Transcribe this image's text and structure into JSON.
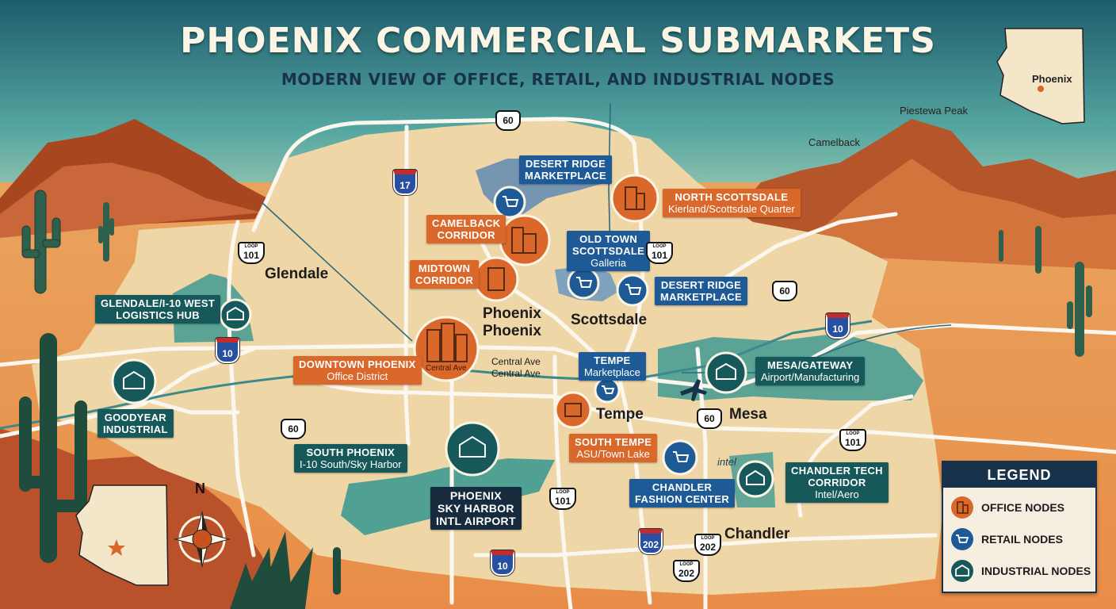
{
  "title": "PHOENIX COMMERCIAL SUBMARKETS",
  "subtitle": "MODERN VIEW OF OFFICE, RETAIL, AND INDUSTRIAL NODES",
  "peaks": {
    "piestewa": "Piestewa Peak",
    "camelback": "Camelback"
  },
  "inset_map": {
    "label": "Phoenix"
  },
  "compass": {
    "north": "N"
  },
  "cities": {
    "glendale": "Glendale",
    "phoenix_1": "Phoenix",
    "phoenix_2": "Phoenix",
    "scottsdale": "Scottsdale",
    "tempe": "Tempe",
    "mesa": "Mesa",
    "chandler": "Chandler"
  },
  "streets": {
    "central_1": "Central Ave",
    "central_2": "Central Ave",
    "central_3": "Central Ave"
  },
  "nodes": {
    "desert_ridge_top": {
      "l1": "DESERT RIDGE",
      "l2": "MARKETPLACE",
      "type": "retail"
    },
    "north_scottsdale": {
      "l1": "NORTH SCOTTSDALE",
      "l2": "Kierland/Scottsdale Quarter",
      "type": "office"
    },
    "camelback_corridor": {
      "l1": "CAMELBACK",
      "l2": "CORRIDOR",
      "type": "office"
    },
    "old_town": {
      "l1": "OLD TOWN",
      "l2": "SCOTTSDALE",
      "l3": "Galleria",
      "type": "retail"
    },
    "midtown": {
      "l1": "MIDTOWN",
      "l2": "CORRIDOR",
      "type": "office"
    },
    "desert_ridge_mid": {
      "l1": "DESERT RIDGE",
      "l2": "MARKETPLACE",
      "type": "retail"
    },
    "glendale_i10": {
      "l1": "GLENDALE/I-10 WEST",
      "l2": "LOGISTICS HUB",
      "type": "industrial"
    },
    "downtown": {
      "l1": "DOWNTOWN PHOENIX",
      "l2": "Office District",
      "type": "office"
    },
    "tempe_market": {
      "l1": "TEMPE",
      "l2": "Marketplace",
      "type": "retail"
    },
    "mesa_gateway": {
      "l1": "MESA/GATEWAY",
      "l2": "Airport/Manufacturing",
      "type": "industrial"
    },
    "goodyear": {
      "l1": "GOODYEAR",
      "l2": "INDUSTRIAL",
      "type": "industrial"
    },
    "south_tempe": {
      "l1": "SOUTH TEMPE",
      "l2": "ASU/Town Lake",
      "type": "office"
    },
    "south_phoenix": {
      "l1": "SOUTH PHOENIX",
      "l2": "I-10 South/Sky Harbor",
      "type": "industrial"
    },
    "chandler_fashion": {
      "l1": "CHANDLER",
      "l2": "FASHION CENTER",
      "type": "retail"
    },
    "chandler_tech": {
      "l1": "CHANDLER TECH",
      "l2": "CORRIDOR",
      "l3": "Intel/Aero",
      "type": "industrial"
    },
    "sky_harbor": {
      "l1": "PHOENIX",
      "l2": "SKY HARBOR",
      "l3": "INTL AIRPORT",
      "type": "airport"
    }
  },
  "intel_label": "intel",
  "highways": {
    "us60_top": "60",
    "i17": "17",
    "loop101_w": "101",
    "loop101_ne": "101",
    "us60_e": "60",
    "i10_e": "10",
    "i10_w": "10",
    "us60_w": "60",
    "us60_mesa": "60",
    "loop101_e": "101",
    "loop101_s": "101",
    "i202": "202",
    "loop202_a": "202",
    "loop202_b": "202",
    "i10_s": "10",
    "loop_word": "LOOP"
  },
  "legend": {
    "title": "LEGEND",
    "items": [
      {
        "label": "OFFICE NODES",
        "color": "#d9682a",
        "icon": "building-icon"
      },
      {
        "label": "RETAIL NODES",
        "color": "#1e5a96",
        "icon": "cart-icon"
      },
      {
        "label": "INDUSTRIAL NODES",
        "color": "#17595a",
        "icon": "warehouse-icon"
      }
    ]
  },
  "colors": {
    "office": "#d9682a",
    "retail": "#1e5a96",
    "industrial": "#17595a",
    "sky": "#3f8f93",
    "desert": "#e9c98f",
    "mountain": "#b85a2c"
  }
}
